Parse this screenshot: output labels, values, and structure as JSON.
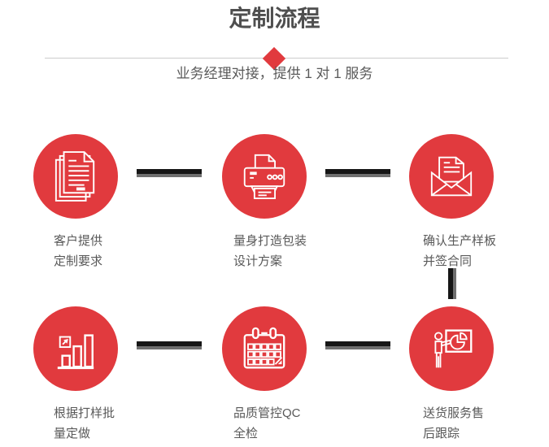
{
  "header": {
    "title": "定制流程",
    "subtitle": "业务经理对接，提供 1 对 1 服务"
  },
  "colors": {
    "accent_red": "#e13a3e",
    "title_gray": "#4f4f4f",
    "text_gray": "#595959",
    "divider_gray": "#cccccc",
    "connector_dark": "#161616",
    "connector_gray": "#6f6f6f"
  },
  "steps": [
    {
      "icon": "documents-icon",
      "label_line1": "客户提供",
      "label_line2": "定制要求"
    },
    {
      "icon": "printer-icon",
      "label_line1": "量身打造包装",
      "label_line2": "设计方案"
    },
    {
      "icon": "envelope-icon",
      "label_line1": "确认生产样板",
      "label_line2": "并签合同"
    },
    {
      "icon": "bar-chart-icon",
      "label_line1": "根据打样批",
      "label_line2": "量定做"
    },
    {
      "icon": "calendar-icon",
      "label_line1": "品质管控QC",
      "label_line2": "全检"
    },
    {
      "icon": "presentation-icon",
      "label_line1": "送货服务售",
      "label_line2": "后跟踪"
    }
  ]
}
